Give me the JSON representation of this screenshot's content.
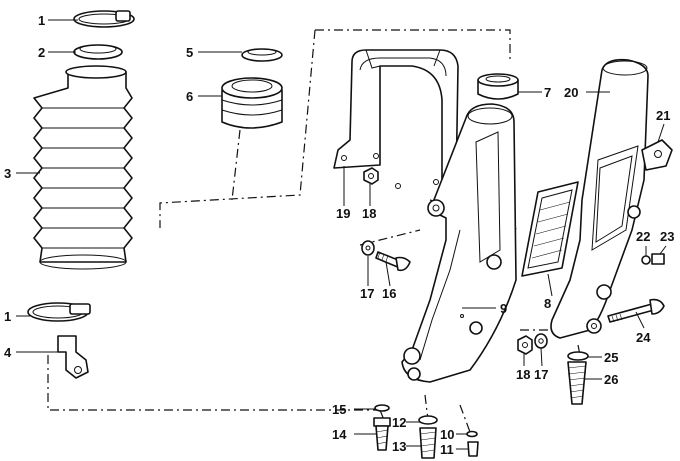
{
  "parts": [
    {
      "id": "1a",
      "number": "1"
    },
    {
      "id": "2",
      "number": "2"
    },
    {
      "id": "3",
      "number": "3"
    },
    {
      "id": "1b",
      "number": "1"
    },
    {
      "id": "4",
      "number": "4"
    },
    {
      "id": "5",
      "number": "5"
    },
    {
      "id": "6",
      "number": "6"
    },
    {
      "id": "7",
      "number": "7"
    },
    {
      "id": "20",
      "number": "20"
    },
    {
      "id": "21",
      "number": "21"
    },
    {
      "id": "22",
      "number": "22"
    },
    {
      "id": "23",
      "number": "23"
    },
    {
      "id": "19",
      "number": "19"
    },
    {
      "id": "18a",
      "number": "18"
    },
    {
      "id": "17a",
      "number": "17"
    },
    {
      "id": "16",
      "number": "16"
    },
    {
      "id": "9",
      "number": "9"
    },
    {
      "id": "8",
      "number": "8"
    },
    {
      "id": "24",
      "number": "24"
    },
    {
      "id": "25",
      "number": "25"
    },
    {
      "id": "26",
      "number": "26"
    },
    {
      "id": "18b",
      "number": "18"
    },
    {
      "id": "17b",
      "number": "17"
    },
    {
      "id": "15",
      "number": "15"
    },
    {
      "id": "14",
      "number": "14"
    },
    {
      "id": "12",
      "number": "12"
    },
    {
      "id": "13",
      "number": "13"
    },
    {
      "id": "10",
      "number": "10"
    },
    {
      "id": "11",
      "number": "11"
    }
  ]
}
